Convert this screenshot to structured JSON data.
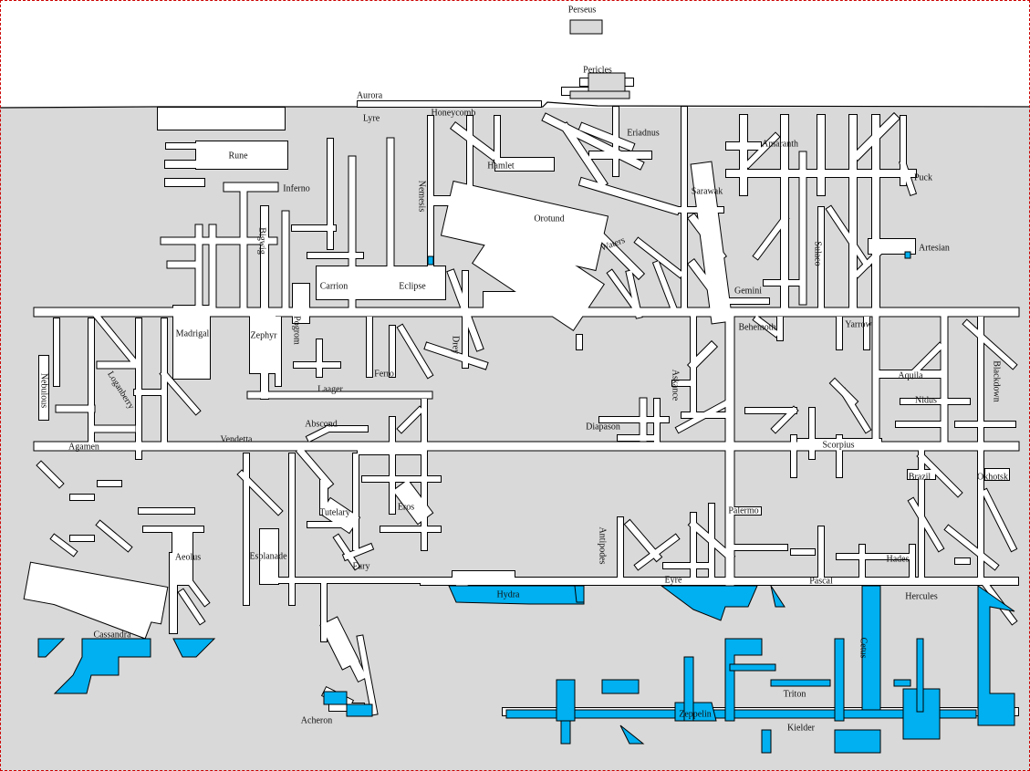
{
  "map": {
    "colors": {
      "rock": "#d9d9d9",
      "passage": "#ffffff",
      "outline": "#000000",
      "water": "#00b0f0",
      "sky": "#ffffff",
      "border": "#cc0000"
    },
    "surface_labels": [
      "Perseus",
      "Pericles",
      "Aurora"
    ],
    "areas": [
      {
        "name": "Perseus",
        "orient": "h"
      },
      {
        "name": "Pericles",
        "orient": "h"
      },
      {
        "name": "Aurora",
        "orient": "h"
      },
      {
        "name": "Lyre",
        "orient": "h"
      },
      {
        "name": "Honeycomb",
        "orient": "h"
      },
      {
        "name": "Rune",
        "orient": "h"
      },
      {
        "name": "Hamlet",
        "orient": "h"
      },
      {
        "name": "Eriadnus",
        "orient": "h"
      },
      {
        "name": "Amaranth",
        "orient": "h"
      },
      {
        "name": "Puck",
        "orient": "h"
      },
      {
        "name": "Inferno",
        "orient": "h"
      },
      {
        "name": "Nemesis",
        "orient": "v"
      },
      {
        "name": "Sarawak",
        "orient": "h"
      },
      {
        "name": "Orotund",
        "orient": "h"
      },
      {
        "name": "Bigwig",
        "orient": "v"
      },
      {
        "name": "Waters",
        "orient": "d"
      },
      {
        "name": "Sulaco",
        "orient": "v"
      },
      {
        "name": "Artesian",
        "orient": "h"
      },
      {
        "name": "Carrion",
        "orient": "h"
      },
      {
        "name": "Eclipse",
        "orient": "h"
      },
      {
        "name": "Gemini",
        "orient": "h"
      },
      {
        "name": "Madrigal",
        "orient": "h"
      },
      {
        "name": "Zephyr",
        "orient": "h"
      },
      {
        "name": "Pogrom",
        "orient": "v"
      },
      {
        "name": "Behemoth",
        "orient": "h"
      },
      {
        "name": "Yarrow",
        "orient": "h"
      },
      {
        "name": "Drey",
        "orient": "v"
      },
      {
        "name": "Nebulous",
        "orient": "v"
      },
      {
        "name": "Loganberry",
        "orient": "d2"
      },
      {
        "name": "Ferro",
        "orient": "h"
      },
      {
        "name": "Askance",
        "orient": "v"
      },
      {
        "name": "Aquila",
        "orient": "h"
      },
      {
        "name": "Blackdown",
        "orient": "v"
      },
      {
        "name": "Laager",
        "orient": "h"
      },
      {
        "name": "Nidus",
        "orient": "h"
      },
      {
        "name": "Abscond",
        "orient": "h"
      },
      {
        "name": "Diapason",
        "orient": "h"
      },
      {
        "name": "Agamen",
        "orient": "h"
      },
      {
        "name": "Vendetta",
        "orient": "h"
      },
      {
        "name": "Scorpius",
        "orient": "h"
      },
      {
        "name": "Brazil",
        "orient": "h"
      },
      {
        "name": "Okhotsk",
        "orient": "h"
      },
      {
        "name": "Eros",
        "orient": "h"
      },
      {
        "name": "Tutelary",
        "orient": "h"
      },
      {
        "name": "Palermo",
        "orient": "h"
      },
      {
        "name": "Antipodes",
        "orient": "v"
      },
      {
        "name": "Aeolus",
        "orient": "h"
      },
      {
        "name": "Esplanade",
        "orient": "h"
      },
      {
        "name": "Fury",
        "orient": "h"
      },
      {
        "name": "Hades",
        "orient": "h"
      },
      {
        "name": "Eyre",
        "orient": "h"
      },
      {
        "name": "Pascal",
        "orient": "h"
      },
      {
        "name": "Hydra",
        "orient": "h"
      },
      {
        "name": "Hercules",
        "orient": "h"
      },
      {
        "name": "Cassandra",
        "orient": "h"
      },
      {
        "name": "Cetus",
        "orient": "v"
      },
      {
        "name": "Triton",
        "orient": "h"
      },
      {
        "name": "Zeppelin",
        "orient": "h"
      },
      {
        "name": "Kielder",
        "orient": "h"
      },
      {
        "name": "Acheron",
        "orient": "h"
      }
    ]
  }
}
